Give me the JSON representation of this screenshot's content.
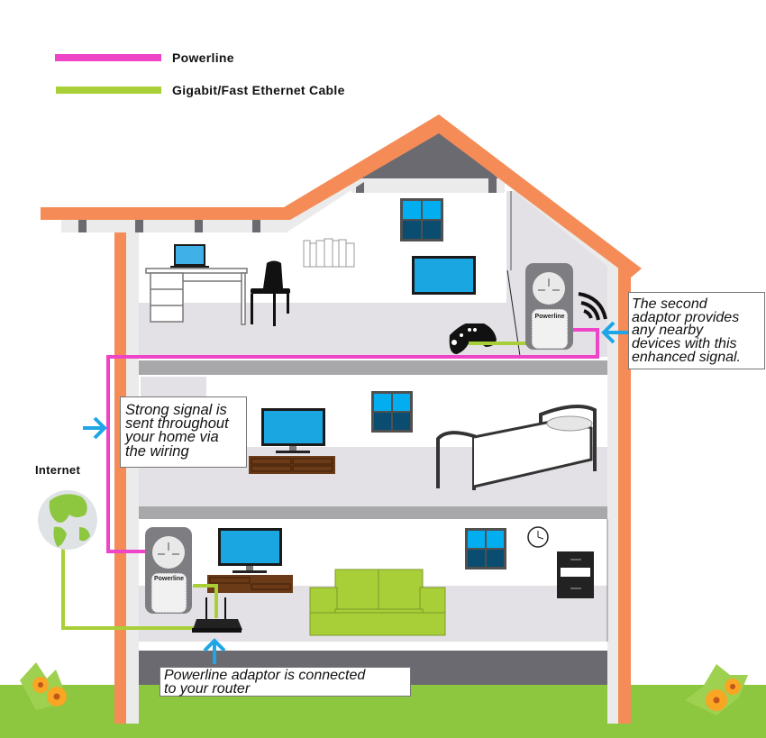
{
  "legend": {
    "items": [
      {
        "label": "Powerline",
        "color": "#ee44c7"
      },
      {
        "label": "Gigabit/Fast Ethernet Cable",
        "color": "#a8cf38"
      }
    ]
  },
  "colors": {
    "roof": "#f58c57",
    "gable": "#6b6a70",
    "wall_light": "#ebebeb",
    "floor": "#e4e1e6",
    "floor_slab": "#a8a8aa",
    "grass": "#8dc63f",
    "arrow": "#1ea6e6",
    "screen": "#1aa6e0",
    "wood": "#6b3a16",
    "sofa": "#a8cf38"
  },
  "labels": {
    "internet": "Internet",
    "adaptor_brand": "Powerline"
  },
  "callouts": {
    "second_adaptor": "The second adaptor provides any nearby devices with this enhanced signal.",
    "strong_signal": "Strong signal is sent throughout your home via the wiring",
    "router": "Powerline adaptor is connected to your router"
  },
  "callout_lines": {
    "second_adaptor": [
      "The second",
      "adaptor provides",
      "any nearby",
      "devices with this",
      "enhanced signal."
    ],
    "strong_signal": [
      "Strong signal is",
      "sent throughout",
      "your home via",
      "the wiring"
    ],
    "router": [
      "Powerline adaptor is connected",
      "to your router"
    ]
  }
}
